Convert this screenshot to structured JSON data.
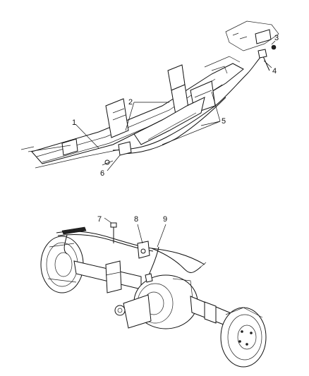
{
  "callouts": [
    "1",
    "2",
    "3",
    "4",
    "5",
    "6",
    "7",
    "8",
    "9"
  ]
}
